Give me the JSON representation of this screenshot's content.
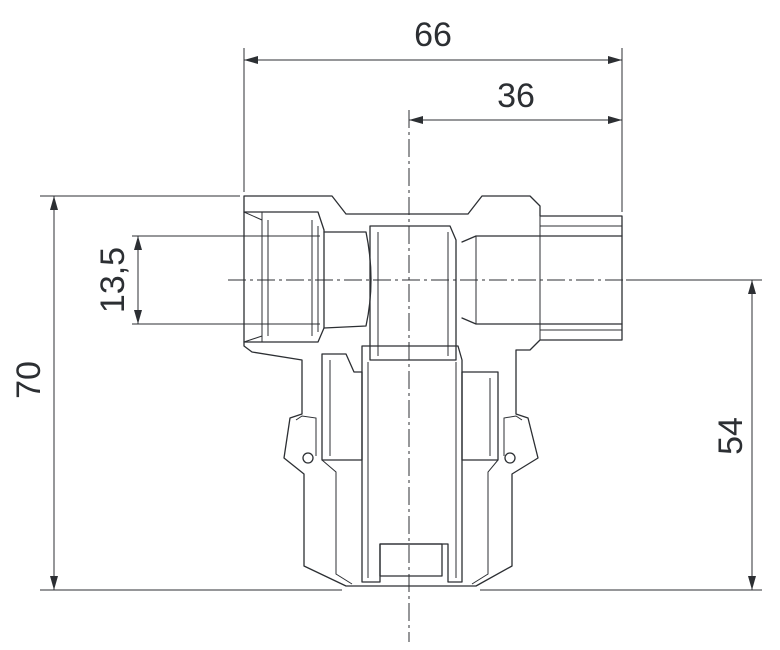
{
  "dimensions": {
    "overall_width": "66",
    "half_width": "36",
    "port_diameter": "13,5",
    "overall_height": "70",
    "axis_height": "54"
  },
  "colors": {
    "line": "#2c2f33",
    "background": "#ffffff"
  }
}
